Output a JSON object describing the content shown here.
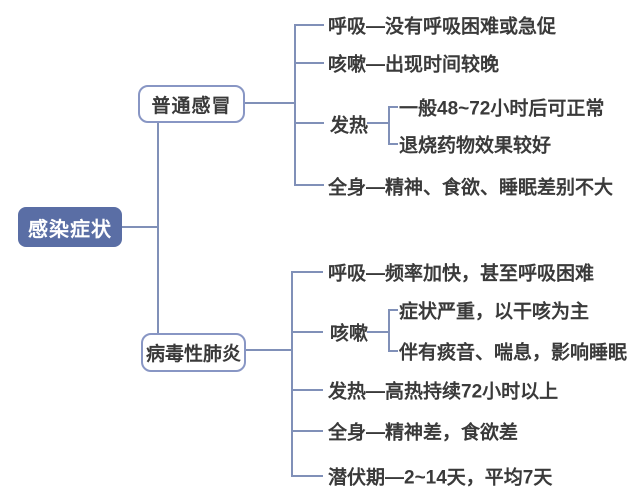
{
  "mindmap": {
    "root": {
      "label": "感染症状"
    },
    "branches": [
      {
        "label": "普通感冒",
        "children": [
          {
            "label": "呼吸—没有呼吸困难或急促"
          },
          {
            "label": "咳嗽—出现时间较晚"
          },
          {
            "label": "发热",
            "children": [
              {
                "label": "一般48~72小时后可正常"
              },
              {
                "label": "退烧药物效果较好"
              }
            ]
          },
          {
            "label": "全身—精神、食欲、睡眠差别不大"
          }
        ]
      },
      {
        "label": "病毒性肺炎",
        "children": [
          {
            "label": "呼吸—频率加快，甚至呼吸困难"
          },
          {
            "label": "咳嗽",
            "children": [
              {
                "label": "症状严重，以干咳为主"
              },
              {
                "label": "伴有痰音、喘息，影响睡眠"
              }
            ]
          },
          {
            "label": "发热—高热持续72小时以上"
          },
          {
            "label": "全身—精神差，食欲差"
          },
          {
            "label": "潜伏期—2~14天，平均7天"
          }
        ]
      }
    ],
    "colors": {
      "background": "#ffffff",
      "root_fill": "#5a6ea5",
      "root_text": "#ffffff",
      "box_border": "#8896c4",
      "connector": "#8090b8",
      "text": "#3a3a3a"
    }
  }
}
